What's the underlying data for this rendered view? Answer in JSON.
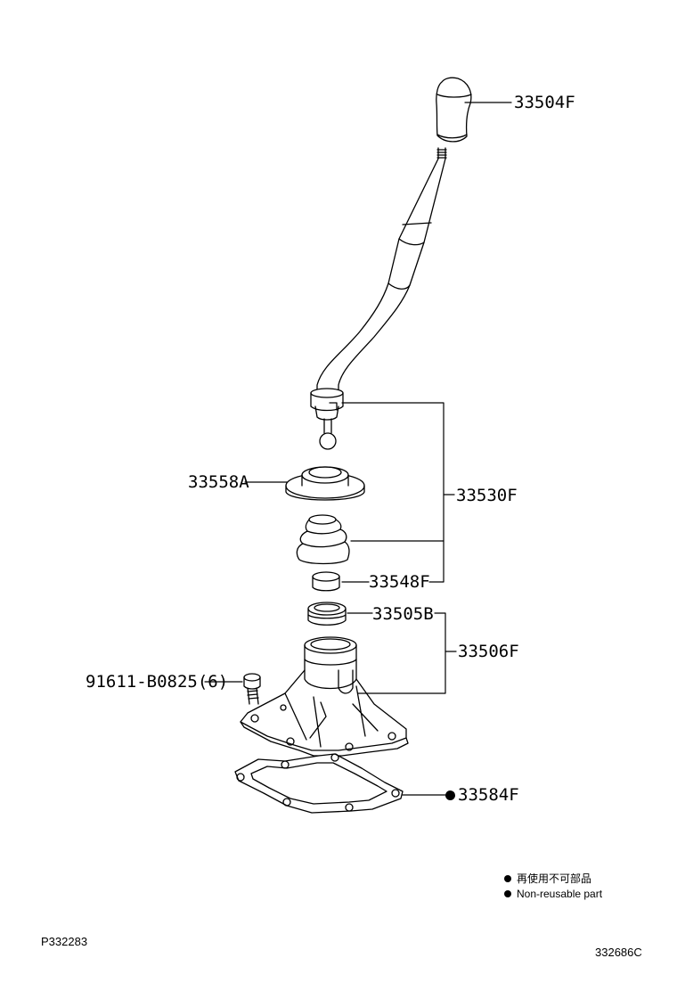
{
  "parts": {
    "knob": "33504F",
    "lever_assy": "33530F",
    "retainer": "33558A",
    "bushing": "33548F",
    "seat": "33505B",
    "housing": "33506F",
    "bolt": "91611-B0825(6)",
    "gasket": "33584F"
  },
  "legend": {
    "non_reusable_jp": "再使用不可部品",
    "non_reusable_en": "Non-reusable part"
  },
  "footer": {
    "left_code": "P332283",
    "right_code": "332686C"
  }
}
